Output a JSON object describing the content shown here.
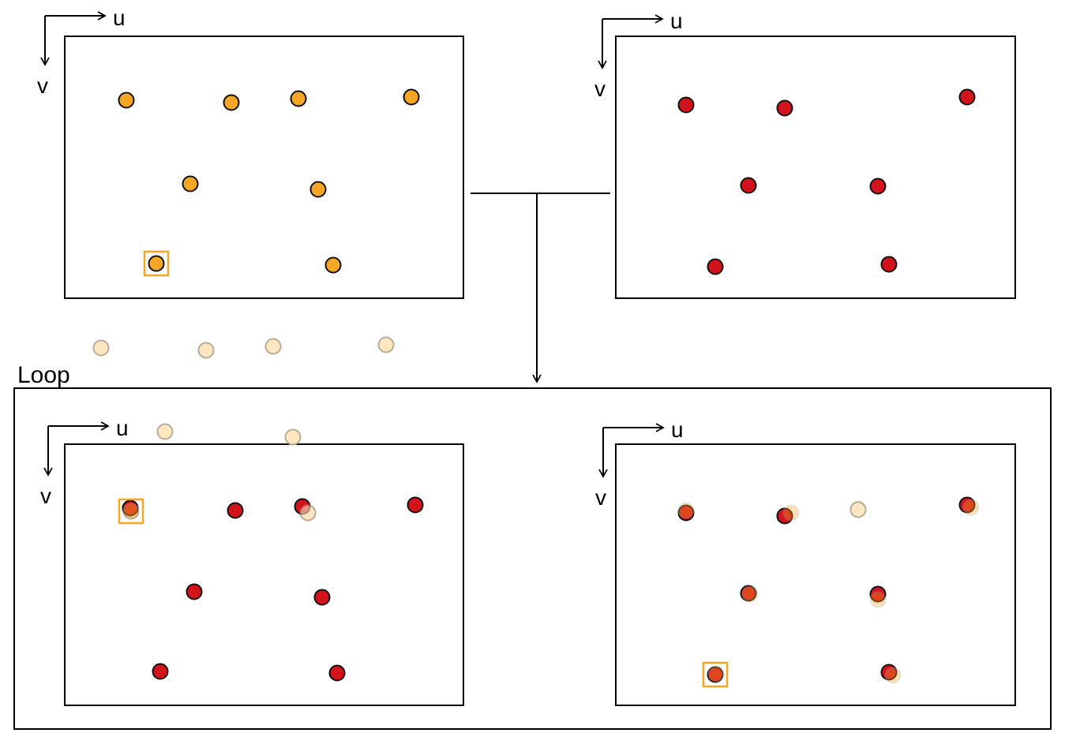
{
  "axes": {
    "u_label": "u",
    "v_label": "v"
  },
  "loop": {
    "label": "Loop"
  },
  "colors": {
    "source_point": "#f5a623",
    "target_point": "#d3131c",
    "ghost_point": "#fde7c0",
    "highlight_box": "#f5a623",
    "line": "#000000"
  },
  "panels": {
    "source_point_count": 8,
    "target_point_count": 7
  }
}
